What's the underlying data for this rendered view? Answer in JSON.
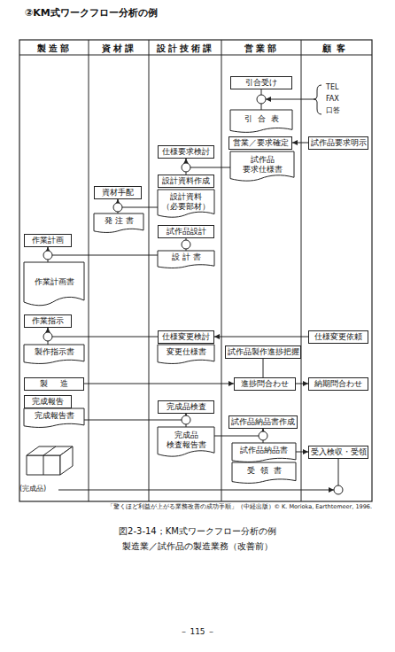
{
  "diagram": {
    "title": "②KM式ワークフロー分析の例",
    "caption": "図2-3-14；KM式ワークフロー分析の例",
    "nodes": [
      {
        "text": [
          "引合受け"
        ]
      },
      {
        "text": [
          "引合表"
        ]
      },
      {
        "text": [
          "営業／要求確定"
        ]
      },
      {
        "text": [
          "試作品要求明示"
        ]
      },
      {
        "text": [
          "仕様要求検討"
        ]
      },
      {
        "text": [
          "試作品 要求仕様書"
        ]
      },
      {
        "text": [
          "設計資料作成"
        ]
      },
      {
        "text": [
          "資材手配"
        ]
      },
      {
        "text": [
          "設計資料 （必要部材）"
        ]
      },
      {
        "text": [
          "発注書"
        ]
      },
      {
        "text": [
          "試作品設計"
        ]
      },
      {
        "text": [
          "作業計画"
        ]
      },
      {
        "text": [
          "設計書"
        ]
      },
      {
        "text": [
          "作業計画書"
        ]
      },
      {
        "text": [
          "作業指示"
        ]
      },
      {
        "text": [
          "仕様変更検討"
        ]
      },
      {
        "text": [
          "仕様変更依頼"
        ]
      },
      {
        "text": [
          "製作指示書"
        ]
      },
      {
        "text": [
          "変更仕様書"
        ]
      },
      {
        "text": [
          "試作品製作進捗把握"
        ]
      },
      {
        "text": [
          "製造"
        ]
      },
      {
        "text": [
          "進捗問合わせ"
        ]
      },
      {
        "text": [
          "納期問合わせ"
        ]
      },
      {
        "text": [
          "完成報告"
        ]
      },
      {
        "text": [
          "完成品検査"
        ]
      },
      {
        "text": [
          "完成報告書"
        ]
      },
      {
        "text": [
          "試作品納品書作成"
        ]
      },
      {
        "text": [
          "完成品 検査報告書"
        ]
      },
      {
        "text": [
          "試作品納品書"
        ]
      },
      {
        "text": [
          "受領書"
        ]
      },
      {
        "text": [
          "受入検収・受領"
        ]
      }
    ],
    "edges": [
      {
        "from": 0,
        "to": 1,
        "arrow": "none"
      },
      {
        "from": 3,
        "to": 2,
        "arrow": "to"
      },
      {
        "from": 5,
        "to": 4,
        "arrow": "to"
      },
      {
        "from": 4,
        "to": 6,
        "arrow": "none"
      },
      {
        "from": 8,
        "to": 7,
        "arrow": "to"
      },
      {
        "from": 7,
        "to": 9,
        "arrow": "none"
      },
      {
        "from": 10,
        "to": 12,
        "arrow": "none"
      },
      {
        "from": 12,
        "to": 11,
        "arrow": "to"
      },
      {
        "from": 11,
        "to": 13,
        "arrow": "none"
      },
      {
        "from": 15,
        "to": 14,
        "arrow": "to"
      },
      {
        "from": 16,
        "to": 15,
        "arrow": "to"
      },
      {
        "from": 14,
        "to": 17,
        "arrow": "none"
      },
      {
        "from": 19,
        "to": 21,
        "arrow": "none"
      },
      {
        "from": 20,
        "to": 21,
        "arrow": "to"
      },
      {
        "from": 21,
        "to": 22,
        "arrow": "to"
      },
      {
        "from": 25,
        "to": 24,
        "arrow": "to"
      },
      {
        "from": 24,
        "to": 27,
        "arrow": "none"
      },
      {
        "from": 27,
        "to": 26,
        "arrow": "to"
      },
      {
        "from": 26,
        "to": 28,
        "arrow": "none"
      },
      {
        "from": 28,
        "to": 30,
        "arrow": "to"
      }
    ],
    "labels": [
      "製造部",
      "資材課",
      "設計技術課",
      "営業部",
      "顧客",
      "TEL",
      "FAX",
      "口答",
      "(完成品)",
      "「驚くほど利益が上がる業務改善の成功手順」（中経出版）© K. Morioka, Earthtemeer, 1996.",
      "製造業／試作品の製造業務（改善前）",
      "－ 115 －"
    ]
  }
}
